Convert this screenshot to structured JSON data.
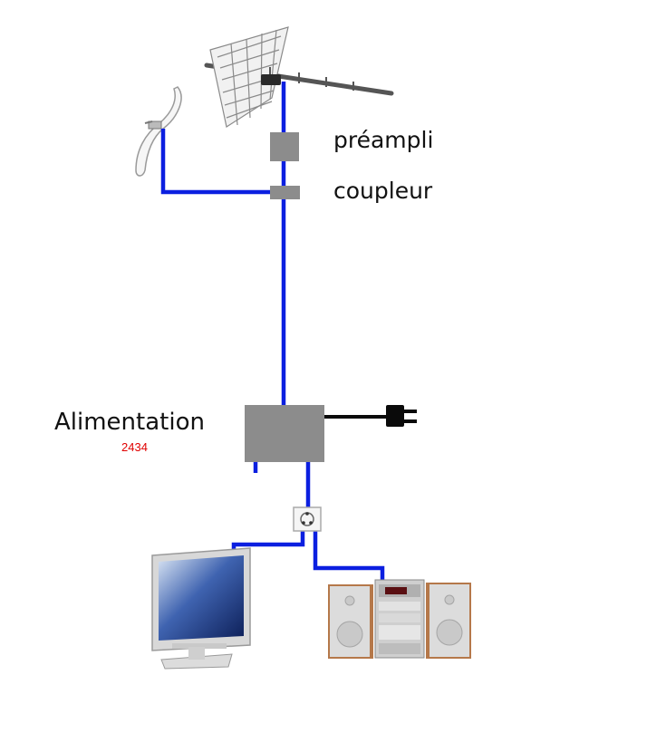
{
  "labels": {
    "preampli": "préampli",
    "coupleur": "coupleur",
    "alimentation": "Alimentation",
    "alimentation_code": "2434"
  },
  "colors": {
    "cable": "#0b1fe0",
    "device_box": "#8c8c8c",
    "power_cord": "#0a0a0a",
    "code_text": "#e00000"
  },
  "icons": [
    "uhf-antenna-icon",
    "fm-dipole-antenna-icon",
    "power-plug-icon",
    "wall-socket-icon",
    "tv-monitor-icon",
    "hifi-system-icon"
  ]
}
